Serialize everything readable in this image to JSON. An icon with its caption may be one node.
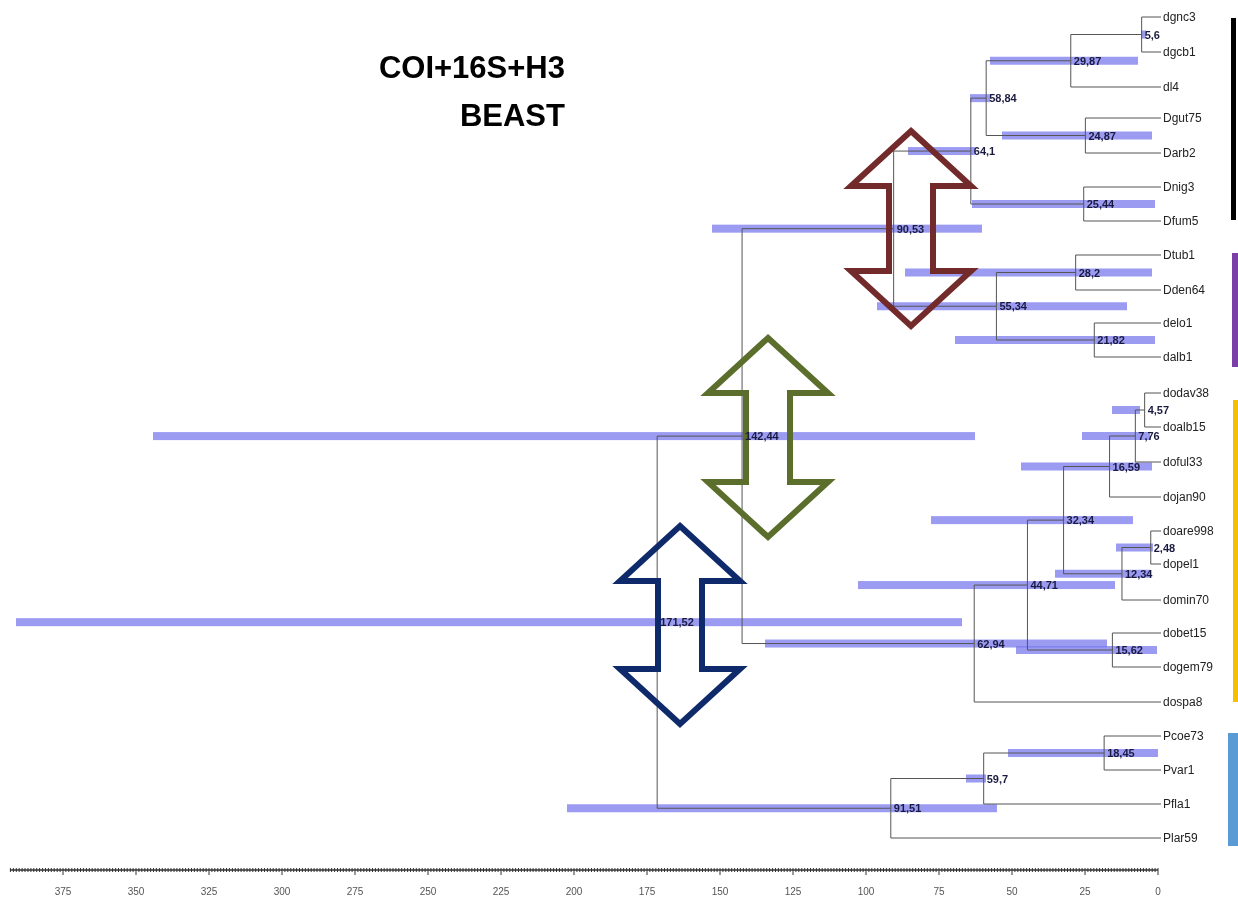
{
  "diagram": {
    "title": "COI+16S+H3 BEAST",
    "nodes": [
      {
        "text": [
          "dgnc3"
        ]
      },
      {
        "text": [
          "dgcb1"
        ]
      },
      {
        "text": [
          "dl4"
        ]
      },
      {
        "text": [
          "Dgut75"
        ]
      },
      {
        "text": [
          "Darb2"
        ]
      },
      {
        "text": [
          "Dnig3"
        ]
      },
      {
        "text": [
          "Dfum5"
        ]
      },
      {
        "text": [
          "Dtub1"
        ]
      },
      {
        "text": [
          "Dden64"
        ]
      },
      {
        "text": [
          "delo1"
        ]
      },
      {
        "text": [
          "dalb1"
        ]
      },
      {
        "text": [
          "dodav38"
        ]
      },
      {
        "text": [
          "doalb15"
        ]
      },
      {
        "text": [
          "doful33"
        ]
      },
      {
        "text": [
          "dojan90"
        ]
      },
      {
        "text": [
          "doare998"
        ]
      },
      {
        "text": [
          "dopel1"
        ]
      },
      {
        "text": [
          "domin70"
        ]
      },
      {
        "text": [
          "dobet15"
        ]
      },
      {
        "text": [
          "dogem79"
        ]
      },
      {
        "text": [
          "dospa8"
        ]
      },
      {
        "text": [
          "Pcoe73"
        ]
      },
      {
        "text": [
          "Pvar1"
        ]
      },
      {
        "text": [
          "Pfla1"
        ]
      },
      {
        "text": [
          "Plar59"
        ]
      },
      {
        "text": [
          "5,6"
        ]
      },
      {
        "text": [
          "29,87"
        ]
      },
      {
        "text": [
          "24,87"
        ]
      },
      {
        "text": [
          "58,84"
        ]
      },
      {
        "text": [
          "25,44"
        ]
      },
      {
        "text": [
          "64,1"
        ]
      },
      {
        "text": [
          "28,2"
        ]
      },
      {
        "text": [
          "21,82"
        ]
      },
      {
        "text": [
          "55,34"
        ]
      },
      {
        "text": [
          "90,53"
        ]
      },
      {
        "text": [
          "4,57"
        ]
      },
      {
        "text": [
          "7,76"
        ]
      },
      {
        "text": [
          "16,59"
        ]
      },
      {
        "text": [
          "2,48"
        ]
      },
      {
        "text": [
          "12,34"
        ]
      },
      {
        "text": [
          "32,34"
        ]
      },
      {
        "text": [
          "15,62"
        ]
      },
      {
        "text": [
          "44,71"
        ]
      },
      {
        "text": [
          "62,94"
        ]
      },
      {
        "text": [
          "142,44"
        ]
      },
      {
        "text": [
          "18,45"
        ]
      },
      {
        "text": [
          "59,7"
        ]
      },
      {
        "text": [
          "91,51"
        ]
      },
      {
        "text": [
          "171,52"
        ]
      }
    ],
    "edges": [
      {
        "from": 25,
        "to": 0,
        "arrow": "none"
      },
      {
        "from": 25,
        "to": 1,
        "arrow": "none"
      },
      {
        "from": 26,
        "to": 25,
        "arrow": "none"
      },
      {
        "from": 26,
        "to": 2,
        "arrow": "none"
      },
      {
        "from": 27,
        "to": 3,
        "arrow": "none"
      },
      {
        "from": 27,
        "to": 4,
        "arrow": "none"
      },
      {
        "from": 28,
        "to": 26,
        "arrow": "none"
      },
      {
        "from": 28,
        "to": 27,
        "arrow": "none"
      },
      {
        "from": 29,
        "to": 5,
        "arrow": "none"
      },
      {
        "from": 29,
        "to": 6,
        "arrow": "none"
      },
      {
        "from": 30,
        "to": 28,
        "arrow": "none"
      },
      {
        "from": 30,
        "to": 29,
        "arrow": "none"
      },
      {
        "from": 31,
        "to": 7,
        "arrow": "none"
      },
      {
        "from": 31,
        "to": 8,
        "arrow": "none"
      },
      {
        "from": 32,
        "to": 9,
        "arrow": "none"
      },
      {
        "from": 32,
        "to": 10,
        "arrow": "none"
      },
      {
        "from": 33,
        "to": 31,
        "arrow": "none"
      },
      {
        "from": 33,
        "to": 32,
        "arrow": "none"
      },
      {
        "from": 34,
        "to": 30,
        "arrow": "none"
      },
      {
        "from": 34,
        "to": 33,
        "arrow": "none"
      },
      {
        "from": 35,
        "to": 11,
        "arrow": "none"
      },
      {
        "from": 35,
        "to": 12,
        "arrow": "none"
      },
      {
        "from": 36,
        "to": 35,
        "arrow": "none"
      },
      {
        "from": 36,
        "to": 13,
        "arrow": "none"
      },
      {
        "from": 37,
        "to": 36,
        "arrow": "none"
      },
      {
        "from": 37,
        "to": 14,
        "arrow": "none"
      },
      {
        "from": 38,
        "to": 15,
        "arrow": "none"
      },
      {
        "from": 38,
        "to": 16,
        "arrow": "none"
      },
      {
        "from": 39,
        "to": 38,
        "arrow": "none"
      },
      {
        "from": 39,
        "to": 17,
        "arrow": "none"
      },
      {
        "from": 40,
        "to": 37,
        "arrow": "none"
      },
      {
        "from": 40,
        "to": 39,
        "arrow": "none"
      },
      {
        "from": 41,
        "to": 18,
        "arrow": "none"
      },
      {
        "from": 41,
        "to": 19,
        "arrow": "none"
      },
      {
        "from": 42,
        "to": 40,
        "arrow": "none"
      },
      {
        "from": 42,
        "to": 41,
        "arrow": "none"
      },
      {
        "from": 43,
        "to": 42,
        "arrow": "none"
      },
      {
        "from": 43,
        "to": 20,
        "arrow": "none"
      },
      {
        "from": 44,
        "to": 34,
        "arrow": "none"
      },
      {
        "from": 44,
        "to": 43,
        "arrow": "none"
      },
      {
        "from": 45,
        "to": 21,
        "arrow": "none"
      },
      {
        "from": 45,
        "to": 22,
        "arrow": "none"
      },
      {
        "from": 46,
        "to": 45,
        "arrow": "none"
      },
      {
        "from": 46,
        "to": 23,
        "arrow": "none"
      },
      {
        "from": 47,
        "to": 46,
        "arrow": "none"
      },
      {
        "from": 47,
        "to": 24,
        "arrow": "none"
      },
      {
        "from": 48,
        "to": 44,
        "arrow": "none"
      },
      {
        "from": 48,
        "to": 47,
        "arrow": "none"
      }
    ],
    "labels": [
      "375",
      "350",
      "325",
      "300",
      "275",
      "250",
      "225",
      "200",
      "175",
      "150",
      "125",
      "100",
      "75",
      "50",
      "25",
      "0"
    ]
  }
}
